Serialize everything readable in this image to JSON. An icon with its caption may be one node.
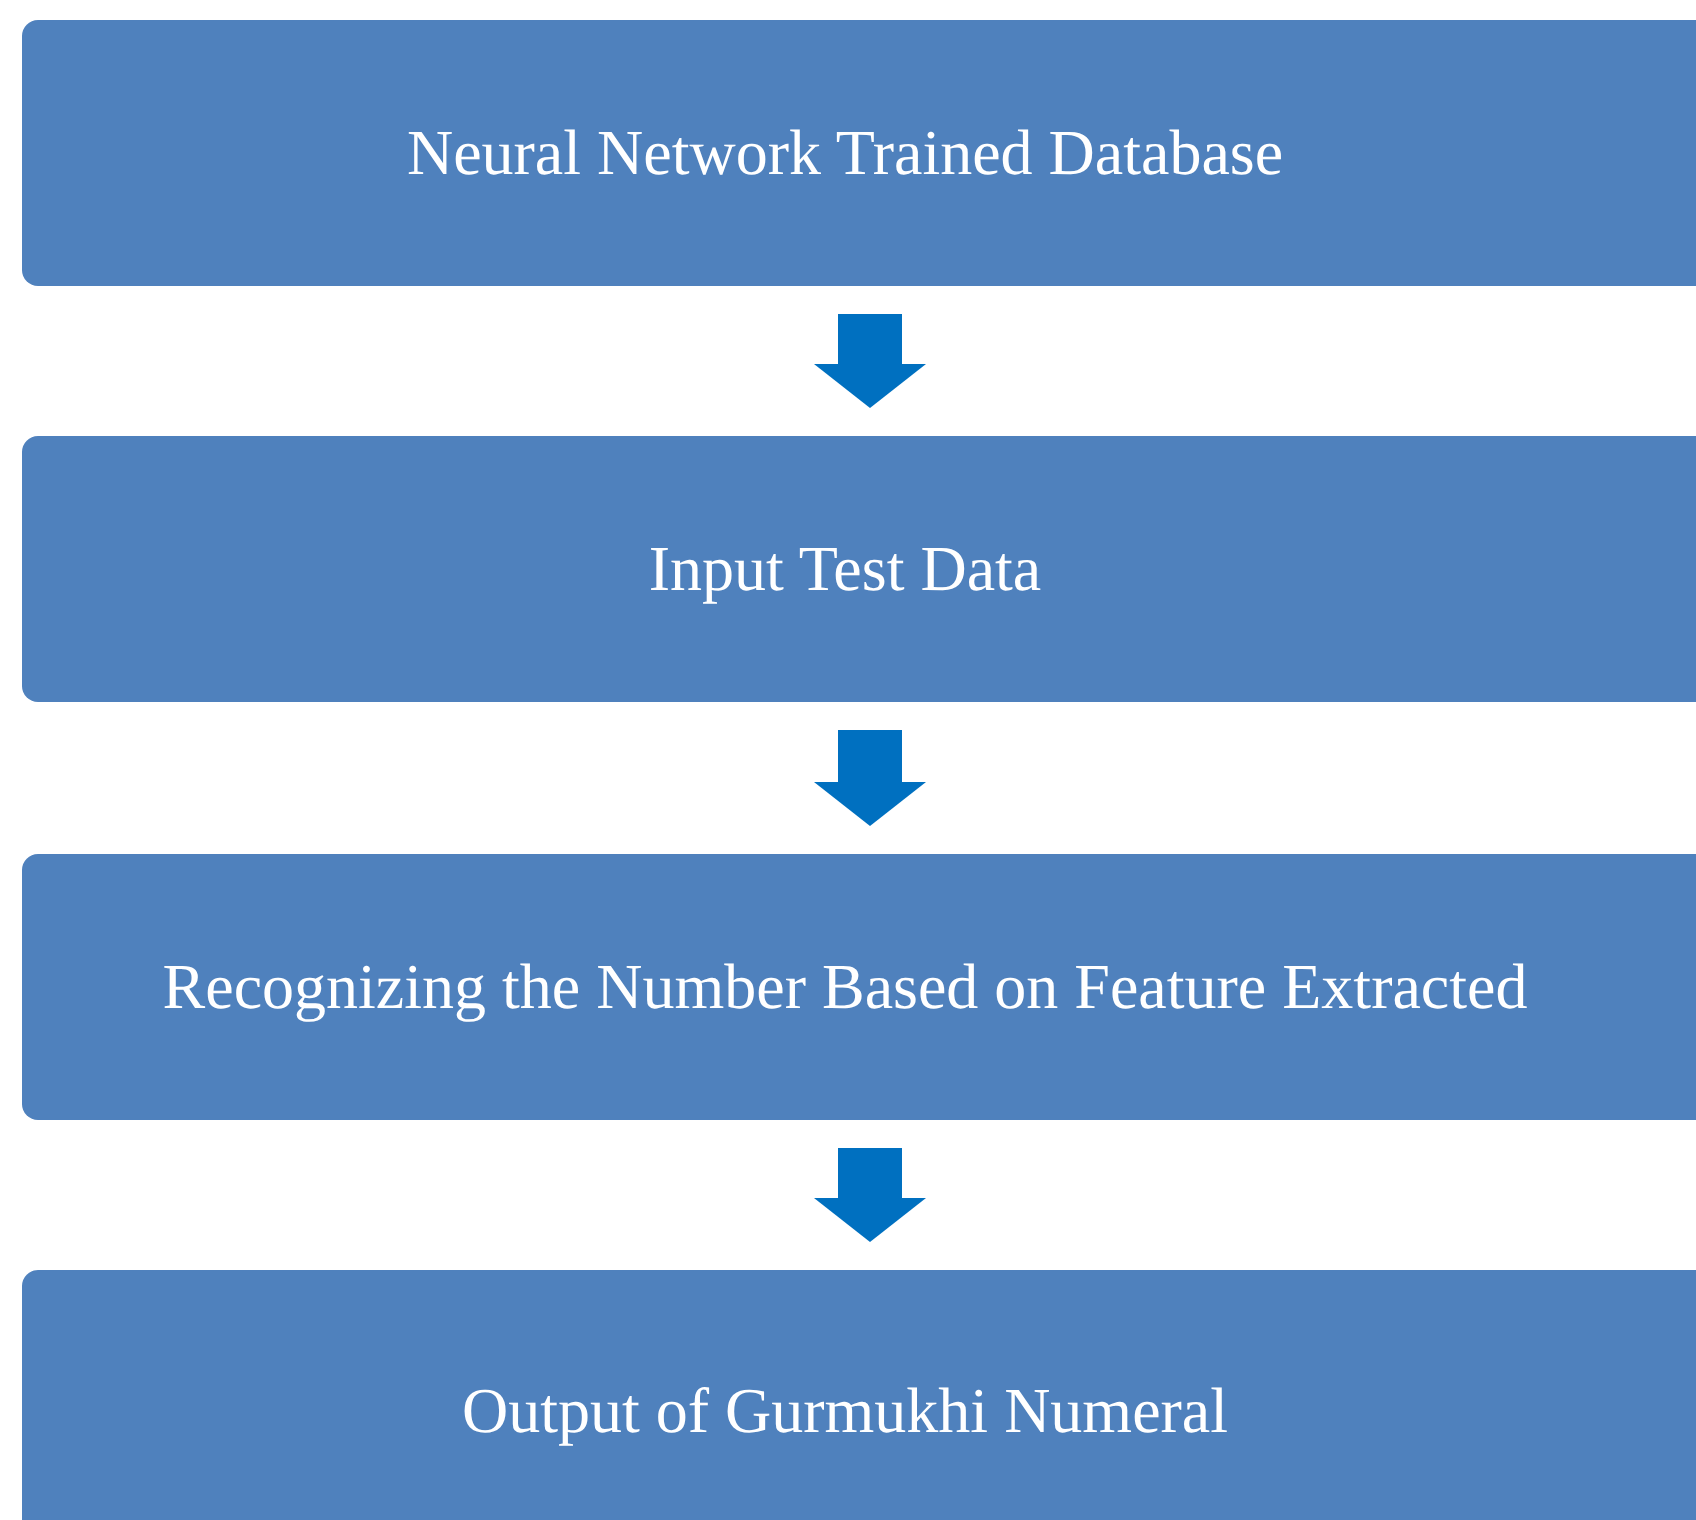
{
  "diagram": {
    "nodes": [
      {
        "text": [
          "Neural Network Trained Database"
        ]
      },
      {
        "text": [
          "Input Test Data"
        ]
      },
      {
        "text": [
          "Recognizing the Number Based on Feature Extracted"
        ]
      },
      {
        "text": [
          "Output of Gurmukhi Numeral"
        ]
      }
    ],
    "edges": [
      {
        "from": 0,
        "to": 1,
        "arrow": "to"
      },
      {
        "from": 1,
        "to": 2,
        "arrow": "to"
      },
      {
        "from": 2,
        "to": 3,
        "arrow": "to"
      }
    ]
  }
}
